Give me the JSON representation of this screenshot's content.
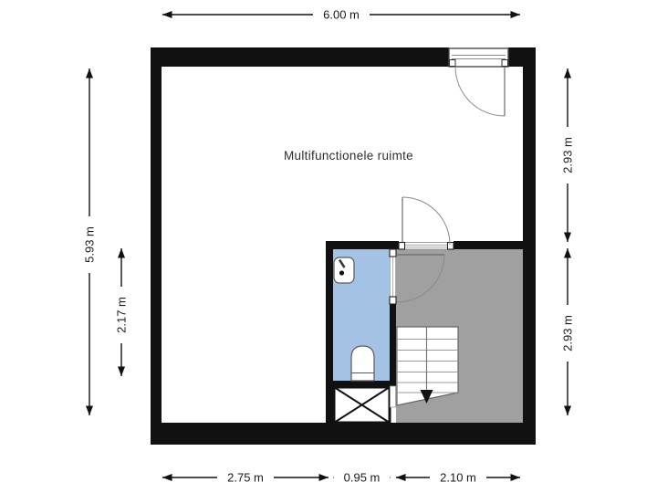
{
  "floorplan": {
    "room_labels": {
      "main": "Multifunctionele ruimte"
    },
    "dimensions": {
      "top_width": "6.00 m",
      "left_total_height": "5.93 m",
      "left_inner_height": "2.17 m",
      "right_upper_height": "2.93 m",
      "right_lower_height": "2.93 m",
      "bottom_left_width": "2.75 m",
      "bottom_middle_width": "0.95 m",
      "bottom_right_width": "2.10 m"
    },
    "colors": {
      "wall": "#111111",
      "bathroom_fill": "#a4c2e4",
      "hall_fill": "#a0a0a0",
      "background": "#ffffff",
      "fixture_outline": "#5a5a5a"
    },
    "icons": {
      "stairs_direction": "down-arrow",
      "fixtures": [
        "sink-icon",
        "toilet-icon",
        "shaft-cross-icon"
      ],
      "doors": [
        "entry-door-swing",
        "room-door-swing",
        "bathroom-door-swing"
      ]
    }
  }
}
